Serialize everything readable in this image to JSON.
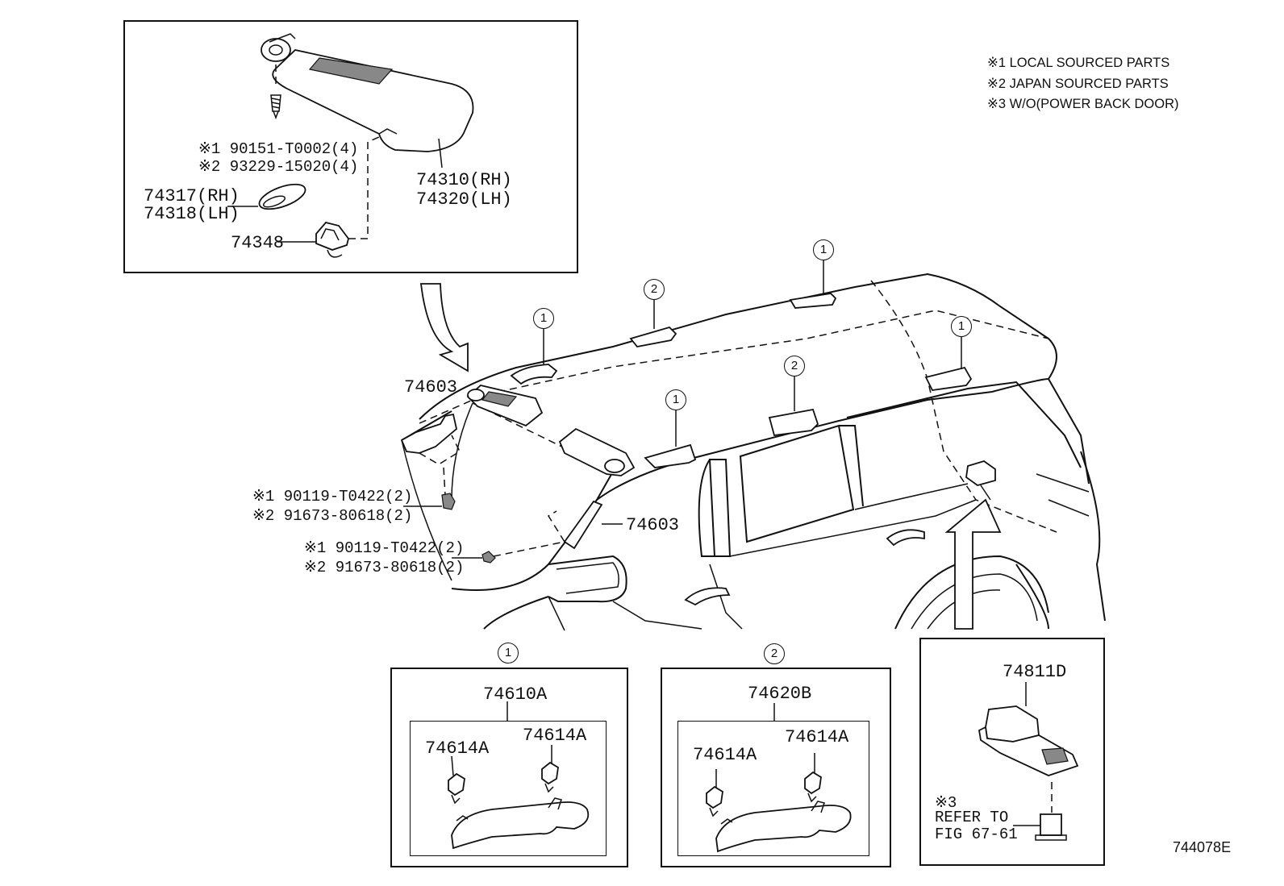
{
  "notes": [
    "※1 LOCAL SOURCED PARTS",
    "※2 JAPAN SOURCED PARTS",
    "※3 W/O(POWER BACK DOOR)"
  ],
  "inset_visor": {
    "screw_1": "※1 90151-T0002(4)",
    "screw_2": "※2 93229-15020(4)",
    "visor_rh": "74310(RH)",
    "visor_lh": "74320(LH)",
    "holder_rh": "74317(RH)",
    "holder_lh": "74318(LH)",
    "clip": "74348"
  },
  "main": {
    "grip_upper": "74603",
    "grip_lower": "74603",
    "bolt_a_1": "※1  90119-T0422(2)",
    "bolt_a_2": "※2  91673-80618(2)",
    "bolt_b_1": "※1  90119-T0422(2)",
    "bolt_b_2": "※2  91673-80618(2)",
    "callouts": [
      "1",
      "2",
      "1",
      "1",
      "1",
      "2"
    ]
  },
  "detail_1": {
    "callout": "1",
    "assembly": "74610A",
    "clip_left": "74614A",
    "clip_right": "74614A"
  },
  "detail_2": {
    "callout": "2",
    "assembly": "74620B",
    "clip_left": "74614A",
    "clip_right": "74614A"
  },
  "detail_lamp": {
    "part": "74811D",
    "note_mark": "※3",
    "refer_line1": "REFER TO",
    "refer_line2": "FIG 67-61"
  },
  "figure_id": "744078E"
}
